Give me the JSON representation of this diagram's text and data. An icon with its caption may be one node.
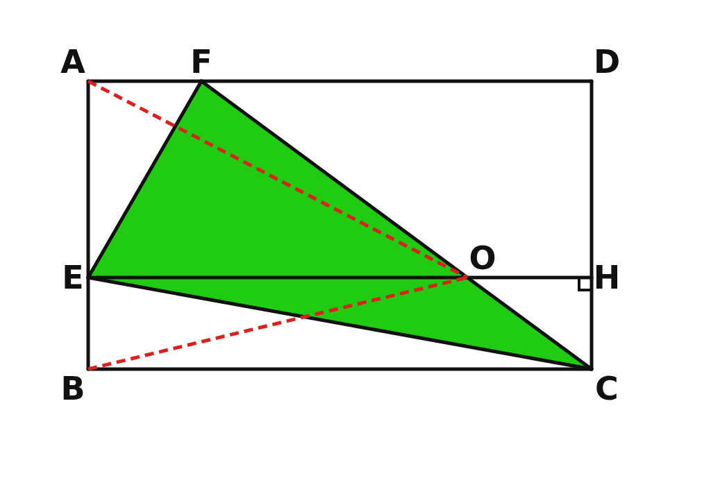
{
  "diagram": {
    "nodes": [
      {
        "text": [
          "A"
        ]
      },
      {
        "text": [
          "F"
        ]
      },
      {
        "text": [
          "D"
        ]
      },
      {
        "text": [
          "E"
        ]
      },
      {
        "text": [
          "O"
        ]
      },
      {
        "text": [
          "H"
        ]
      },
      {
        "text": [
          "B"
        ]
      },
      {
        "text": [
          "C"
        ]
      }
    ],
    "edges": [
      {
        "from": 0,
        "to": 1,
        "arrow": "none"
      },
      {
        "from": 1,
        "to": 2,
        "arrow": "none"
      },
      {
        "from": 2,
        "to": 5,
        "arrow": "none"
      },
      {
        "from": 5,
        "to": 7,
        "arrow": "none"
      },
      {
        "from": 6,
        "to": 7,
        "arrow": "none"
      },
      {
        "from": 0,
        "to": 3,
        "arrow": "none"
      },
      {
        "from": 3,
        "to": 6,
        "arrow": "none"
      },
      {
        "from": 3,
        "to": 4,
        "arrow": "none"
      },
      {
        "from": 4,
        "to": 5,
        "arrow": "none"
      },
      {
        "from": 3,
        "to": 1,
        "arrow": "none"
      },
      {
        "from": 1,
        "to": 4,
        "arrow": "none"
      },
      {
        "from": 4,
        "to": 7,
        "arrow": "none"
      },
      {
        "from": 3,
        "to": 7,
        "arrow": "none"
      },
      {
        "from": 0,
        "to": 4,
        "arrow": "none",
        "style": "dashed",
        "color": "#dd1f1f"
      },
      {
        "from": 6,
        "to": 4,
        "arrow": "none",
        "style": "dashed",
        "color": "#dd1f1f"
      }
    ]
  }
}
